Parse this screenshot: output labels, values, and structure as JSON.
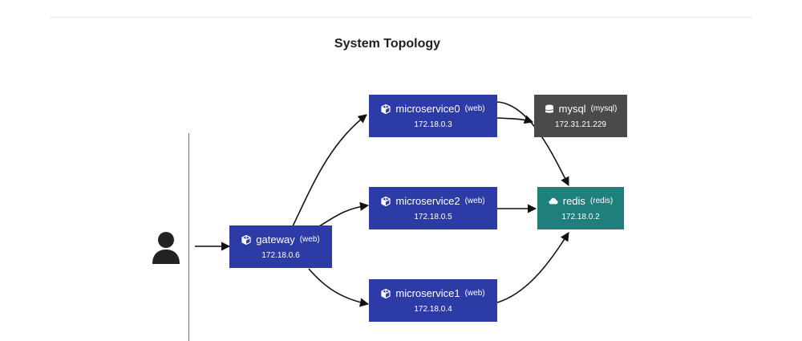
{
  "diagram": {
    "title": "System Topology",
    "nodes": {
      "gateway": {
        "name": "gateway",
        "kind": "(web)",
        "address": "172.18.0.6",
        "color": "#2d3ba6"
      },
      "microservice0": {
        "name": "microservice0",
        "kind": "(web)",
        "address": "172.18.0.3",
        "color": "#2d3ba6"
      },
      "microservice2": {
        "name": "microservice2",
        "kind": "(web)",
        "address": "172.18.0.5",
        "color": "#2d3ba6"
      },
      "microservice1": {
        "name": "microservice1",
        "kind": "(web)",
        "address": "172.18.0.4",
        "color": "#2d3ba6"
      },
      "mysql": {
        "name": "mysql",
        "kind": "(mysql)",
        "address": "172.31.21.229",
        "color": "#4a4a4a",
        "icon": "database-icon"
      },
      "redis": {
        "name": "redis",
        "kind": "(redis)",
        "address": "172.18.0.2",
        "color": "#1f7f7d",
        "icon": "cloud-icon"
      }
    },
    "edges": [
      {
        "from": "user",
        "to": "gateway"
      },
      {
        "from": "gateway",
        "to": "microservice0"
      },
      {
        "from": "gateway",
        "to": "microservice2"
      },
      {
        "from": "gateway",
        "to": "microservice1"
      },
      {
        "from": "microservice0",
        "to": "mysql"
      },
      {
        "from": "microservice0",
        "to": "redis"
      },
      {
        "from": "microservice2",
        "to": "redis"
      },
      {
        "from": "microservice1",
        "to": "redis"
      }
    ],
    "service_icon": "cube-icon",
    "user_icon": "user-icon"
  }
}
